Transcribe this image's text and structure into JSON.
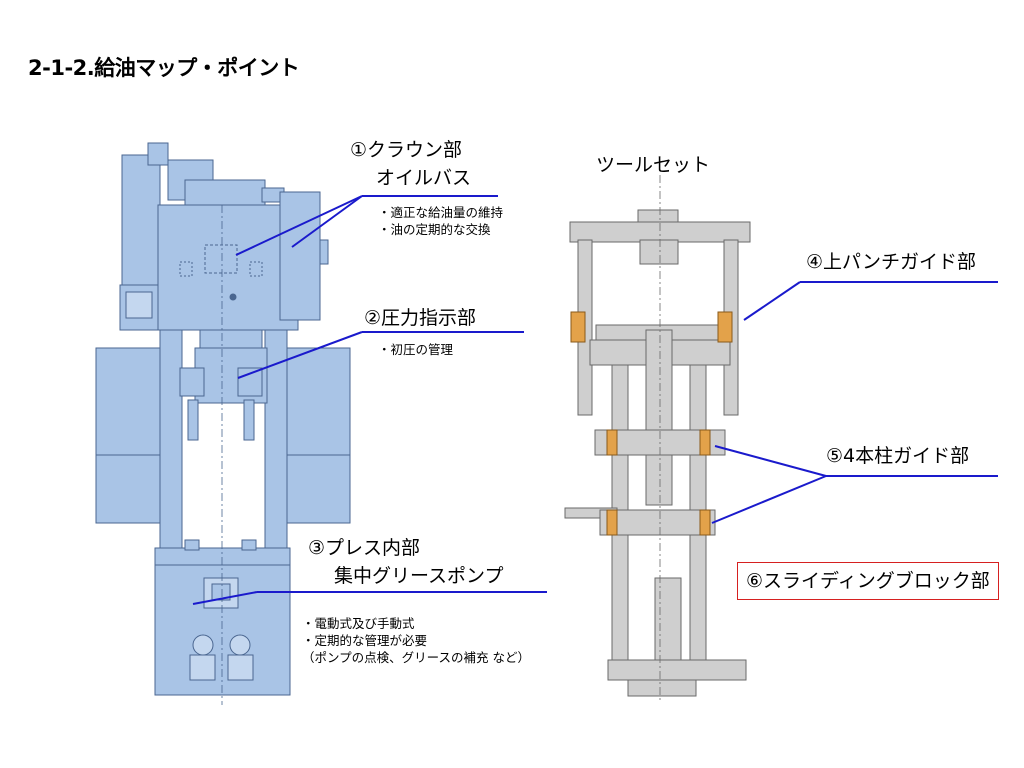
{
  "title": "2-1-2.給油マップ・ポイント",
  "tool_set_label": "ツールセット",
  "callouts": {
    "c1": {
      "line1": "①クラウン部",
      "line2": "オイルバス",
      "notes": [
        "・適正な給油量の維持",
        "・油の定期的な交換"
      ]
    },
    "c2": {
      "line1": "②圧力指示部",
      "notes": [
        "・初圧の管理"
      ]
    },
    "c3": {
      "line1": "③プレス内部",
      "line2": "集中グリースポンプ",
      "notes": [
        "・電動式及び手動式",
        "・定期的な管理が必要",
        "（ポンプの点検、グリースの補充 など）"
      ]
    },
    "c4": {
      "line1": "④上パンチガイド部"
    },
    "c5": {
      "line1": "⑤4本柱ガイド部"
    },
    "c6": {
      "line1": "⑥スライディングブロック部"
    }
  },
  "colors": {
    "machine_fill": "#a9c4e6",
    "machine_stroke": "#4a6690",
    "tool_fill": "#cfcfcf",
    "tool_stroke": "#6a6a6a",
    "guide_fill": "#e3a24a",
    "leader": "#1a1acc",
    "highlight_border": "#d62020"
  }
}
